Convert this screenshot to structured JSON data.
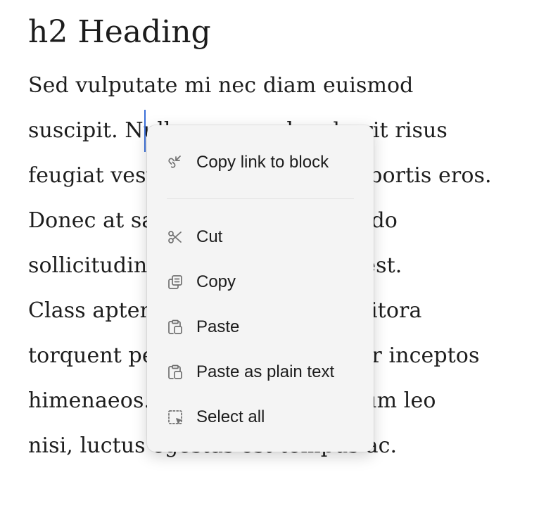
{
  "document": {
    "heading": "h2 Heading",
    "paragraph_lines": [
      "Sed vulputate mi nec diam euismod",
      "suscipit. Nullam nec ex hendrerit risus",
      "feugiat vestibulum a sit amet lobortis eros.",
      "Donec at sapien nec dui commodo",
      "sollicitudin. Duis eu accumsan est.",
      "Class aptent taciti sociosqu ad litora",
      "torquent per conubia nostra, per inceptos",
      "himenaeos. Suspendisse interdum leo",
      "nisi, luctus egestas est tempus ac."
    ]
  },
  "context_menu": {
    "items": [
      {
        "label": "Copy link to block",
        "icon": "link-icon"
      },
      {
        "label": "Cut",
        "icon": "scissors-icon"
      },
      {
        "label": "Copy",
        "icon": "copy-icon"
      },
      {
        "label": "Paste",
        "icon": "paste-icon"
      },
      {
        "label": "Paste as plain text",
        "icon": "paste-plain-icon"
      },
      {
        "label": "Select all",
        "icon": "select-all-icon"
      }
    ]
  },
  "colors": {
    "caret": "#3b6fd8",
    "menu_background": "#f4f4f4",
    "text": "#1c1c1c",
    "icon": "#707070"
  }
}
